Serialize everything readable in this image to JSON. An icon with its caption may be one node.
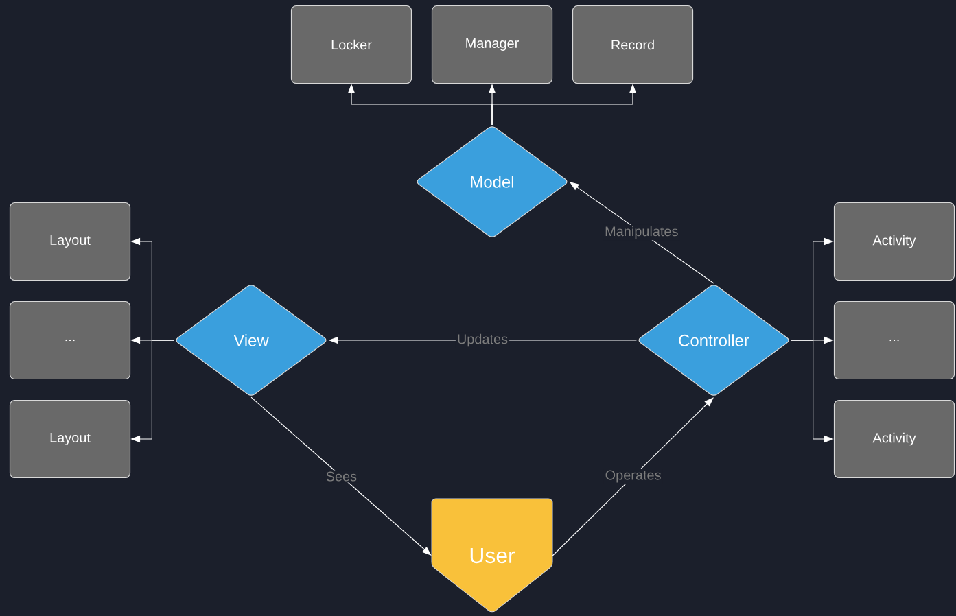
{
  "diagram": {
    "nodes": [
      {
        "text": [
          "Locker"
        ]
      },
      {
        "text": [
          "Manager"
        ]
      },
      {
        "text": [
          "Record"
        ]
      },
      {
        "text": [
          "Model"
        ]
      },
      {
        "text": [
          "Layout"
        ]
      },
      {
        "text": [
          "..."
        ]
      },
      {
        "text": [
          "Layout"
        ]
      },
      {
        "text": [
          "View"
        ]
      },
      {
        "text": [
          "Controller"
        ]
      },
      {
        "text": [
          "Activity"
        ]
      },
      {
        "text": [
          "..."
        ]
      },
      {
        "text": [
          "Activity"
        ]
      },
      {
        "text": [
          "User"
        ]
      }
    ],
    "edges": [
      {
        "from": 3,
        "to": 0,
        "arrow": "to"
      },
      {
        "from": 3,
        "to": 1,
        "arrow": "to"
      },
      {
        "from": 3,
        "to": 2,
        "arrow": "to"
      },
      {
        "from": 8,
        "to": 3,
        "arrow": "to",
        "label": "Manipulates"
      },
      {
        "from": 7,
        "to": 4,
        "arrow": "to"
      },
      {
        "from": 7,
        "to": 5,
        "arrow": "to"
      },
      {
        "from": 7,
        "to": 6,
        "arrow": "to"
      },
      {
        "from": 8,
        "to": 7,
        "arrow": "to",
        "label": "Updates"
      },
      {
        "from": 8,
        "to": 9,
        "arrow": "to"
      },
      {
        "from": 8,
        "to": 10,
        "arrow": "to"
      },
      {
        "from": 8,
        "to": 11,
        "arrow": "to"
      },
      {
        "from": 7,
        "to": 12,
        "arrow": "to",
        "label": "Sees"
      },
      {
        "from": 12,
        "to": 8,
        "arrow": "to",
        "label": "Operates"
      }
    ]
  }
}
